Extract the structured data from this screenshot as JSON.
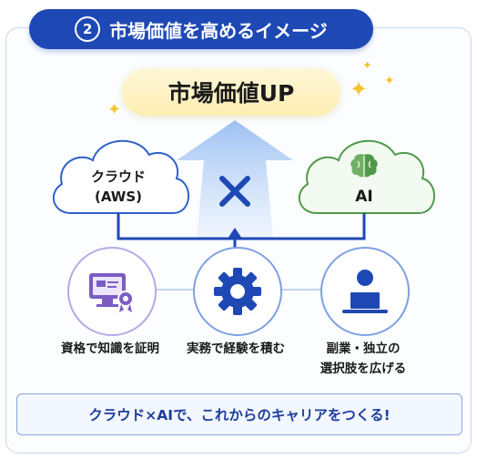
{
  "title": {
    "number": "2",
    "text": "市場価値を高めるイメージ"
  },
  "banner": "市場価値UP",
  "left_cloud": {
    "line1": "クラウド",
    "line2": "(AWS)"
  },
  "right_cloud": {
    "label": "AI"
  },
  "cross": "×",
  "steps": [
    {
      "icon": "monitor-certificate-icon",
      "lines": [
        "資格で知識を証明"
      ]
    },
    {
      "icon": "gear-icon",
      "lines": [
        "実務で経験を積む"
      ]
    },
    {
      "icon": "laptop-user-icon",
      "lines": [
        "副業・独立の",
        "選択肢を広げる"
      ]
    }
  ],
  "footer": "クラウド×AIで、これからのキャリアをつくる!",
  "colors": {
    "primary": "#1e49b5",
    "purple": "#7b5cc4",
    "green": "#4f9a4a",
    "gold": "#f4c431"
  }
}
